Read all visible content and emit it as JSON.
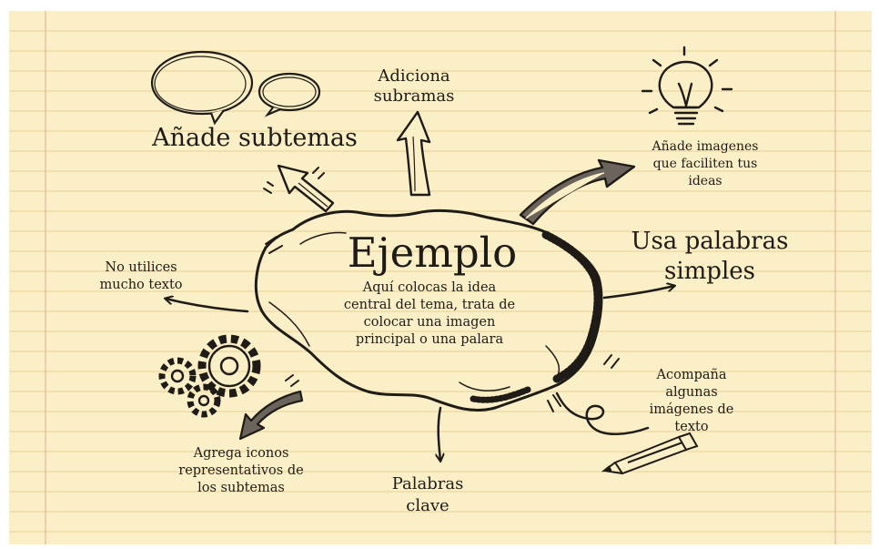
{
  "central": {
    "title": "Ejemplo",
    "description": "Aquí colocas la idea\ncentral del tema, trata de\ncolocar una imagen\nprincipal o una palara"
  },
  "branches": {
    "subtemas": "Añade subtemas",
    "subramas": "Adiciona\nsubramas",
    "imagenes": "Añade imagenes\nque faciliten tus\nideas",
    "palabras_simples": "Usa palabras\nsimples",
    "mucho_texto": "No utilices\nmucho texto",
    "acompana": "Acompaña\nalgunas\nimágenes de\ntexto",
    "iconos": "Agrega iconos\nrepresentativos de\nlos subtemas",
    "palabras_clave": "Palabras\nclave"
  },
  "icons": [
    "speech-bubbles-icon",
    "lightbulb-icon",
    "gears-icon",
    "pencil-icon",
    "brain-icon"
  ],
  "colors": {
    "paper": "#fbefc7",
    "ruled_line": "#e9cf96",
    "margin_line": "#e8b39a",
    "ink": "#1f1b16"
  }
}
